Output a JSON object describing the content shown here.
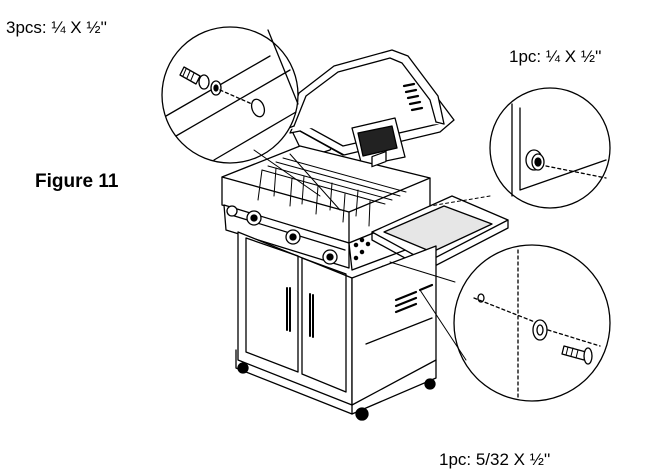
{
  "labels": {
    "top_left_parts": "3pcs: ¼ X ½''",
    "top_right_parts": "1pc: ¼ X ½''",
    "figure_title": "Figure 11",
    "bottom_right_parts": "1pc: 5/32 X ½''"
  }
}
